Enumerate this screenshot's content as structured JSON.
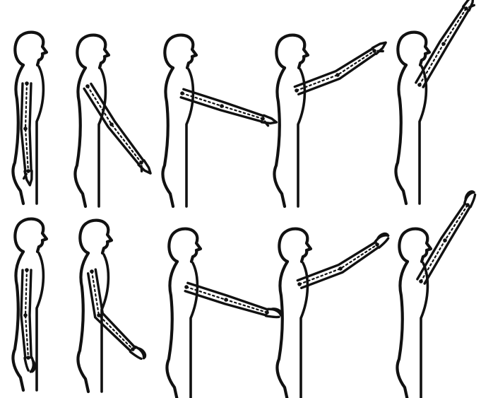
{
  "figure": {
    "rows": [
      {
        "hand": "pointing",
        "poses": [
          "arm-at-side",
          "arm-forward-down",
          "arm-horizontal",
          "arm-forward-up",
          "arm-overhead"
        ]
      },
      {
        "hand": "open",
        "poses": [
          "arm-at-side",
          "arm-bent-down",
          "arm-horizontal",
          "arm-forward-up",
          "arm-overhead"
        ]
      }
    ],
    "stroke_color": "#111111",
    "background": "#ffffff"
  }
}
